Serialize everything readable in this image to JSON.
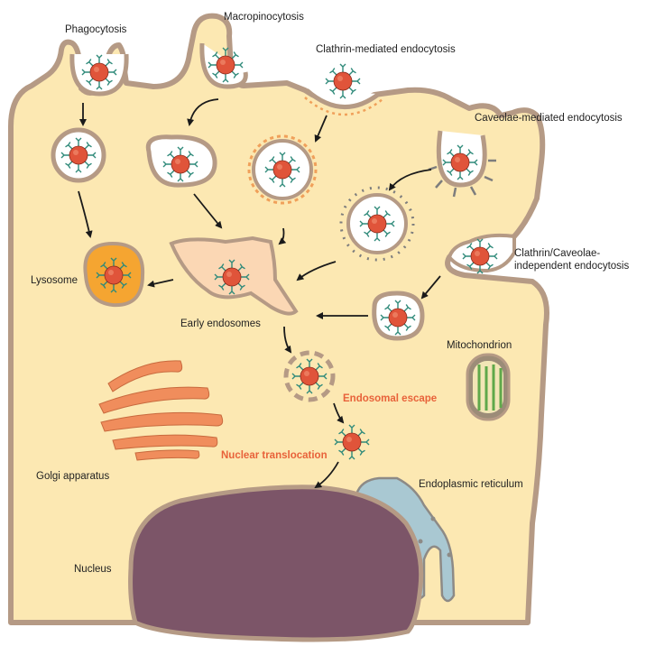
{
  "labels": {
    "phagocytosis": "Phagocytosis",
    "macropinocytosis": "Macropinocytosis",
    "clathrin": "Clathrin-mediated endocytosis",
    "caveolae": "Caveolae-mediated endocytosis",
    "independent_line1": "Clathrin/Caveolae-",
    "independent_line2": "independent endocytosis",
    "lysosome": "Lysosome",
    "early_endosomes": "Early endosomes",
    "mitochondrion": "Mitochondrion",
    "endosomal_escape": "Endosomal escape",
    "nuclear_translocation": "Nuclear translocation",
    "golgi": "Golgi apparatus",
    "er": "Endoplasmic reticulum",
    "nucleus": "Nucleus"
  },
  "colors": {
    "cytoplasm": "#fce8b2",
    "membrane": "#b59a85",
    "vesicle_lumen": "#ffffff",
    "nanoparticle": "#e0543a",
    "ligand": "#2f8a7a",
    "clathrin_coat": "#f0a05a",
    "caveolin": "#7d7d7d",
    "lysosome": "#f5a531",
    "endosome": "#fbd7b4",
    "golgi": "#f08d5c",
    "nucleus": "#7c5568",
    "er": "#a9c8d2",
    "mitochondrion": "#9c8c78",
    "highlight_text": "#e8623a"
  }
}
